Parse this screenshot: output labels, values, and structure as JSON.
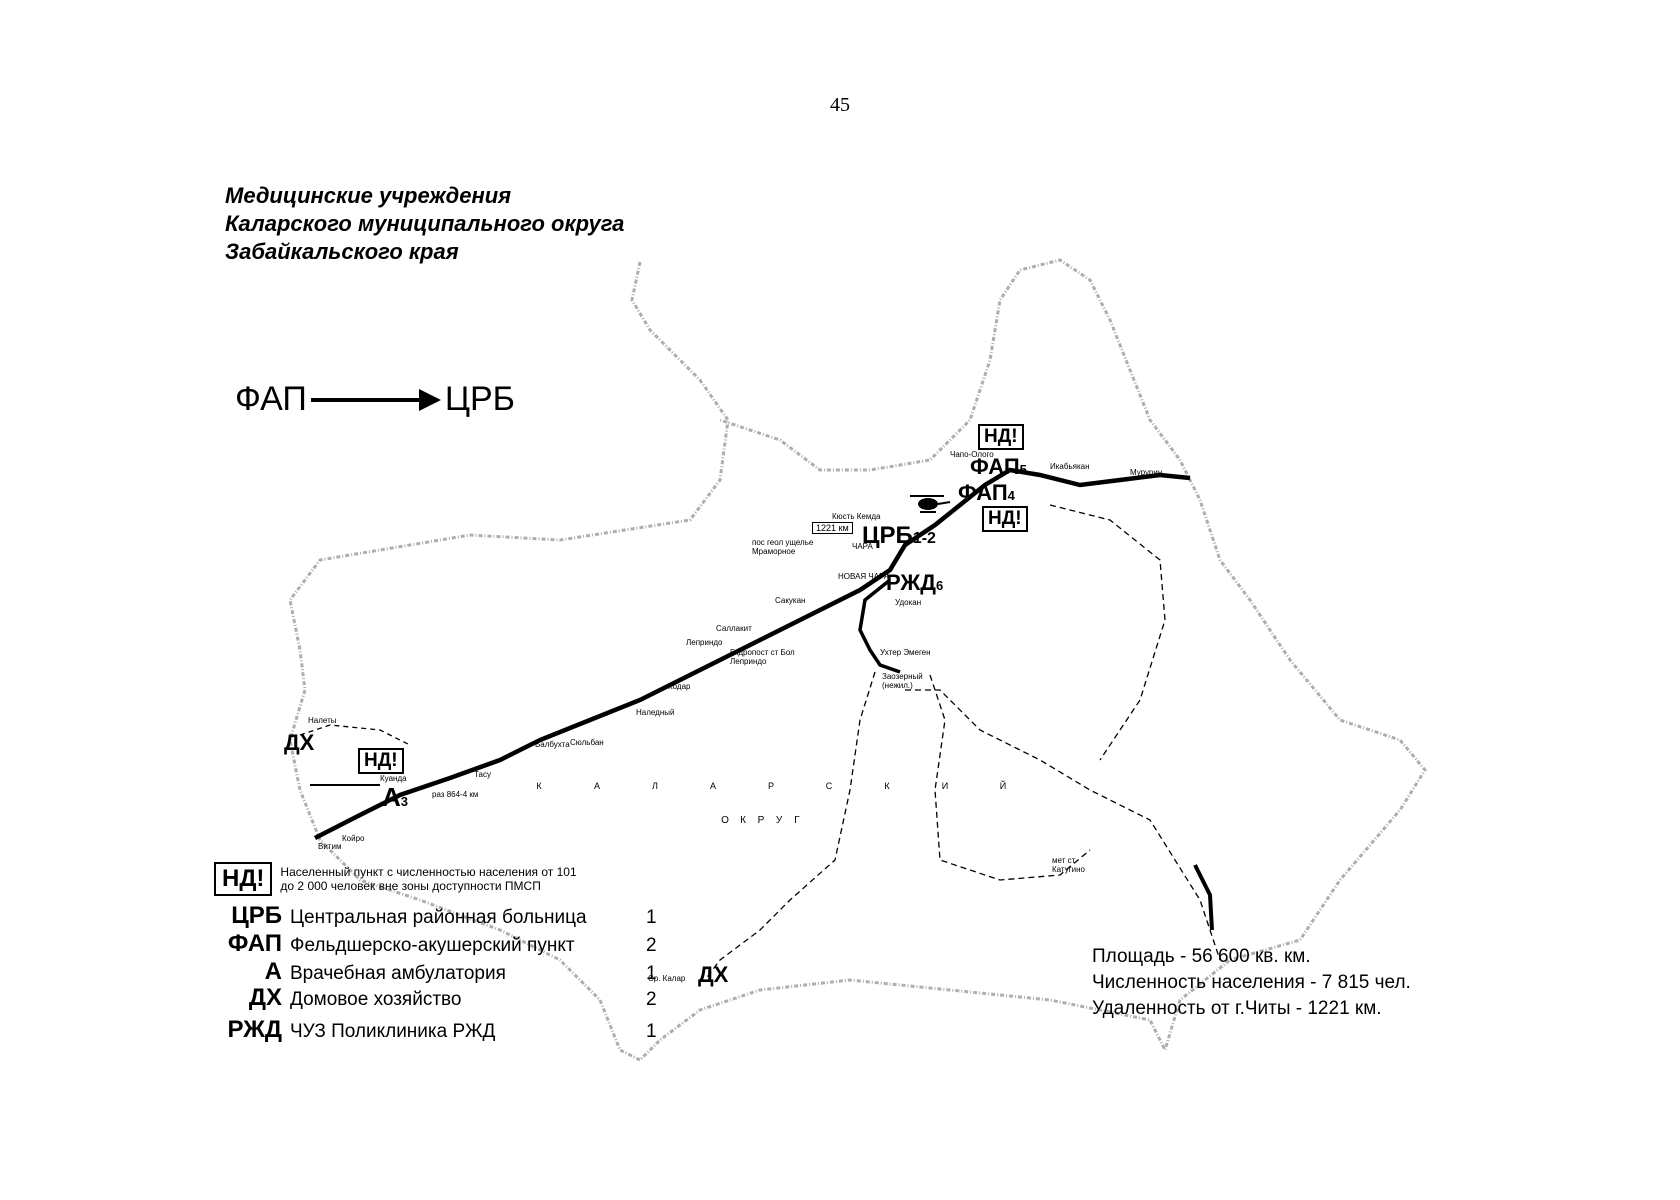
{
  "page_number": "45",
  "title": {
    "line1": "Медицинские учреждения",
    "line2": "Каларского муниципального округа",
    "line3": "Забайкальского края"
  },
  "flow": {
    "from": "ФАП",
    "to": "ЦРБ"
  },
  "map_labels": {
    "nd": "НД!",
    "fap": "ФАП",
    "fap5_sub": "5",
    "fap4_sub": "4",
    "crb": "ЦРБ",
    "crb_sub": "1-2",
    "rzhd": "РЖД",
    "rzhd_sub": "6",
    "dx": "ДХ",
    "a": "А",
    "a_sub": "3",
    "distance_box": "1221 км",
    "district_letters": [
      "К",
      "А",
      "Л",
      "А",
      "Р",
      "С",
      "К",
      "И",
      "Й"
    ],
    "okrug_letters": [
      "О",
      "К",
      "Р",
      "У",
      "Г"
    ],
    "places": {
      "chara_ne": "Чапо-Олого",
      "ikabyikan": "Икабьякан",
      "muruna": "Мурурин",
      "kyust_kemda": "Кюсть Кемда",
      "chara": "ЧАРА",
      "nov_chara": "НОВАЯ ЧАРА",
      "udokan": "Удокан",
      "sakukan": "Сакукан",
      "sallakit": "Саллакит",
      "leprindo": "Леприндо",
      "gidropost": "Гидропост ст Бол Леприндо",
      "kodar": "Кодар",
      "nelednyi": "Наледный",
      "balbukhta": "Балбухта",
      "salban": "Сюльбан",
      "taksimo_road": "раз 864-4 км",
      "tasu": "Тасу",
      "kuanda": "Куанда",
      "neleti": "Налеты",
      "koire": "Койро",
      "vitim": "Витим",
      "zaozerny": "Заозерный (нежил.)",
      "ukhter": "Ухтер Эмеген",
      "mramorny": "пос геол ущелье Мраморное",
      "katugino": "мет ст Катугино",
      "sred_kalar": "Ср. Калар"
    }
  },
  "legend": {
    "nd_label": "НД!",
    "nd_desc_line1": "Населенный пункт с численностью населения от 101",
    "nd_desc_line2": "до 2 000 человек вне зоны доступности ПМСП",
    "items": [
      {
        "abbr": "ЦРБ",
        "desc": "Центральная районная больница",
        "count": "1"
      },
      {
        "abbr": "ФАП",
        "desc": "Фельдшерско-акушерский пункт",
        "count": "2"
      },
      {
        "abbr": "А",
        "desc": "Врачебная амбулатория",
        "count": "1"
      },
      {
        "abbr": "ДХ",
        "desc": "Домовое хозяйство",
        "count": "2"
      },
      {
        "abbr": "РЖД",
        "desc": "ЧУЗ Поликлиника РЖД",
        "count": "1"
      }
    ]
  },
  "stats": {
    "area": "Площадь - 56 600 кв. км.",
    "population": "Численность населения - 7 815 чел.",
    "distance": "Удаленность от г.Читы - 1221 км."
  },
  "colors": {
    "border_gray": "#9a9a9a",
    "road_black": "#000000"
  }
}
